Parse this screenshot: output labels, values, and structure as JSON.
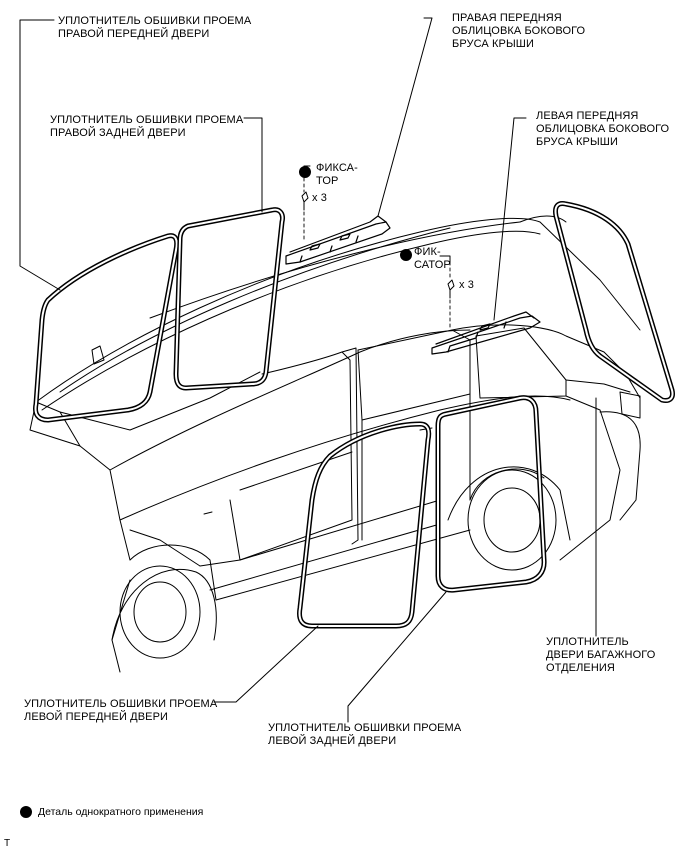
{
  "labels": {
    "rf_weatherstrip": "УПЛОТНИТЕЛЬ ОБШИВКИ ПРОЕМА\nПРАВОЙ ПЕРЕДНЕЙ ДВЕРИ",
    "rr_weatherstrip": "УПЛОТНИТЕЛЬ ОБШИВКИ ПРОЕМА\nПРАВОЙ ЗАДНЕЙ ДВЕРИ",
    "rh_roof_garnish": "ПРАВАЯ ПЕРЕДНЯЯ\nОБЛИЦОВКА БОКОВОГО\nБРУСА КРЫШИ",
    "lh_roof_garnish": "ЛЕВАЯ ПЕРЕДНЯЯ\nОБЛИЦОВКА БОКОВОГО\nБРУСА КРЫШИ",
    "clip_a": "ФИКСА-\nТОР",
    "clip_b": "ФИК-\nСАТОР",
    "qty_a": "x 3",
    "qty_b": "x 3",
    "lf_weatherstrip": "УПЛОТНИТЕЛЬ ОБШИВКИ ПРОЕМА\nЛЕВОЙ ПЕРЕДНЕЙ ДВЕРИ",
    "lr_weatherstrip": "УПЛОТНИТЕЛЬ ОБШИВКИ ПРОЕМА\nЛЕВОЙ ЗАДНЕЙ ДВЕРИ",
    "back_door_weatherstrip": "УПЛОТНИТЕЛЬ\nДВЕРИ БАГАЖНОГО\nОТДЕЛЕНИЯ"
  },
  "legend": {
    "text": "Деталь однократного применения"
  },
  "corner_mark": "T"
}
